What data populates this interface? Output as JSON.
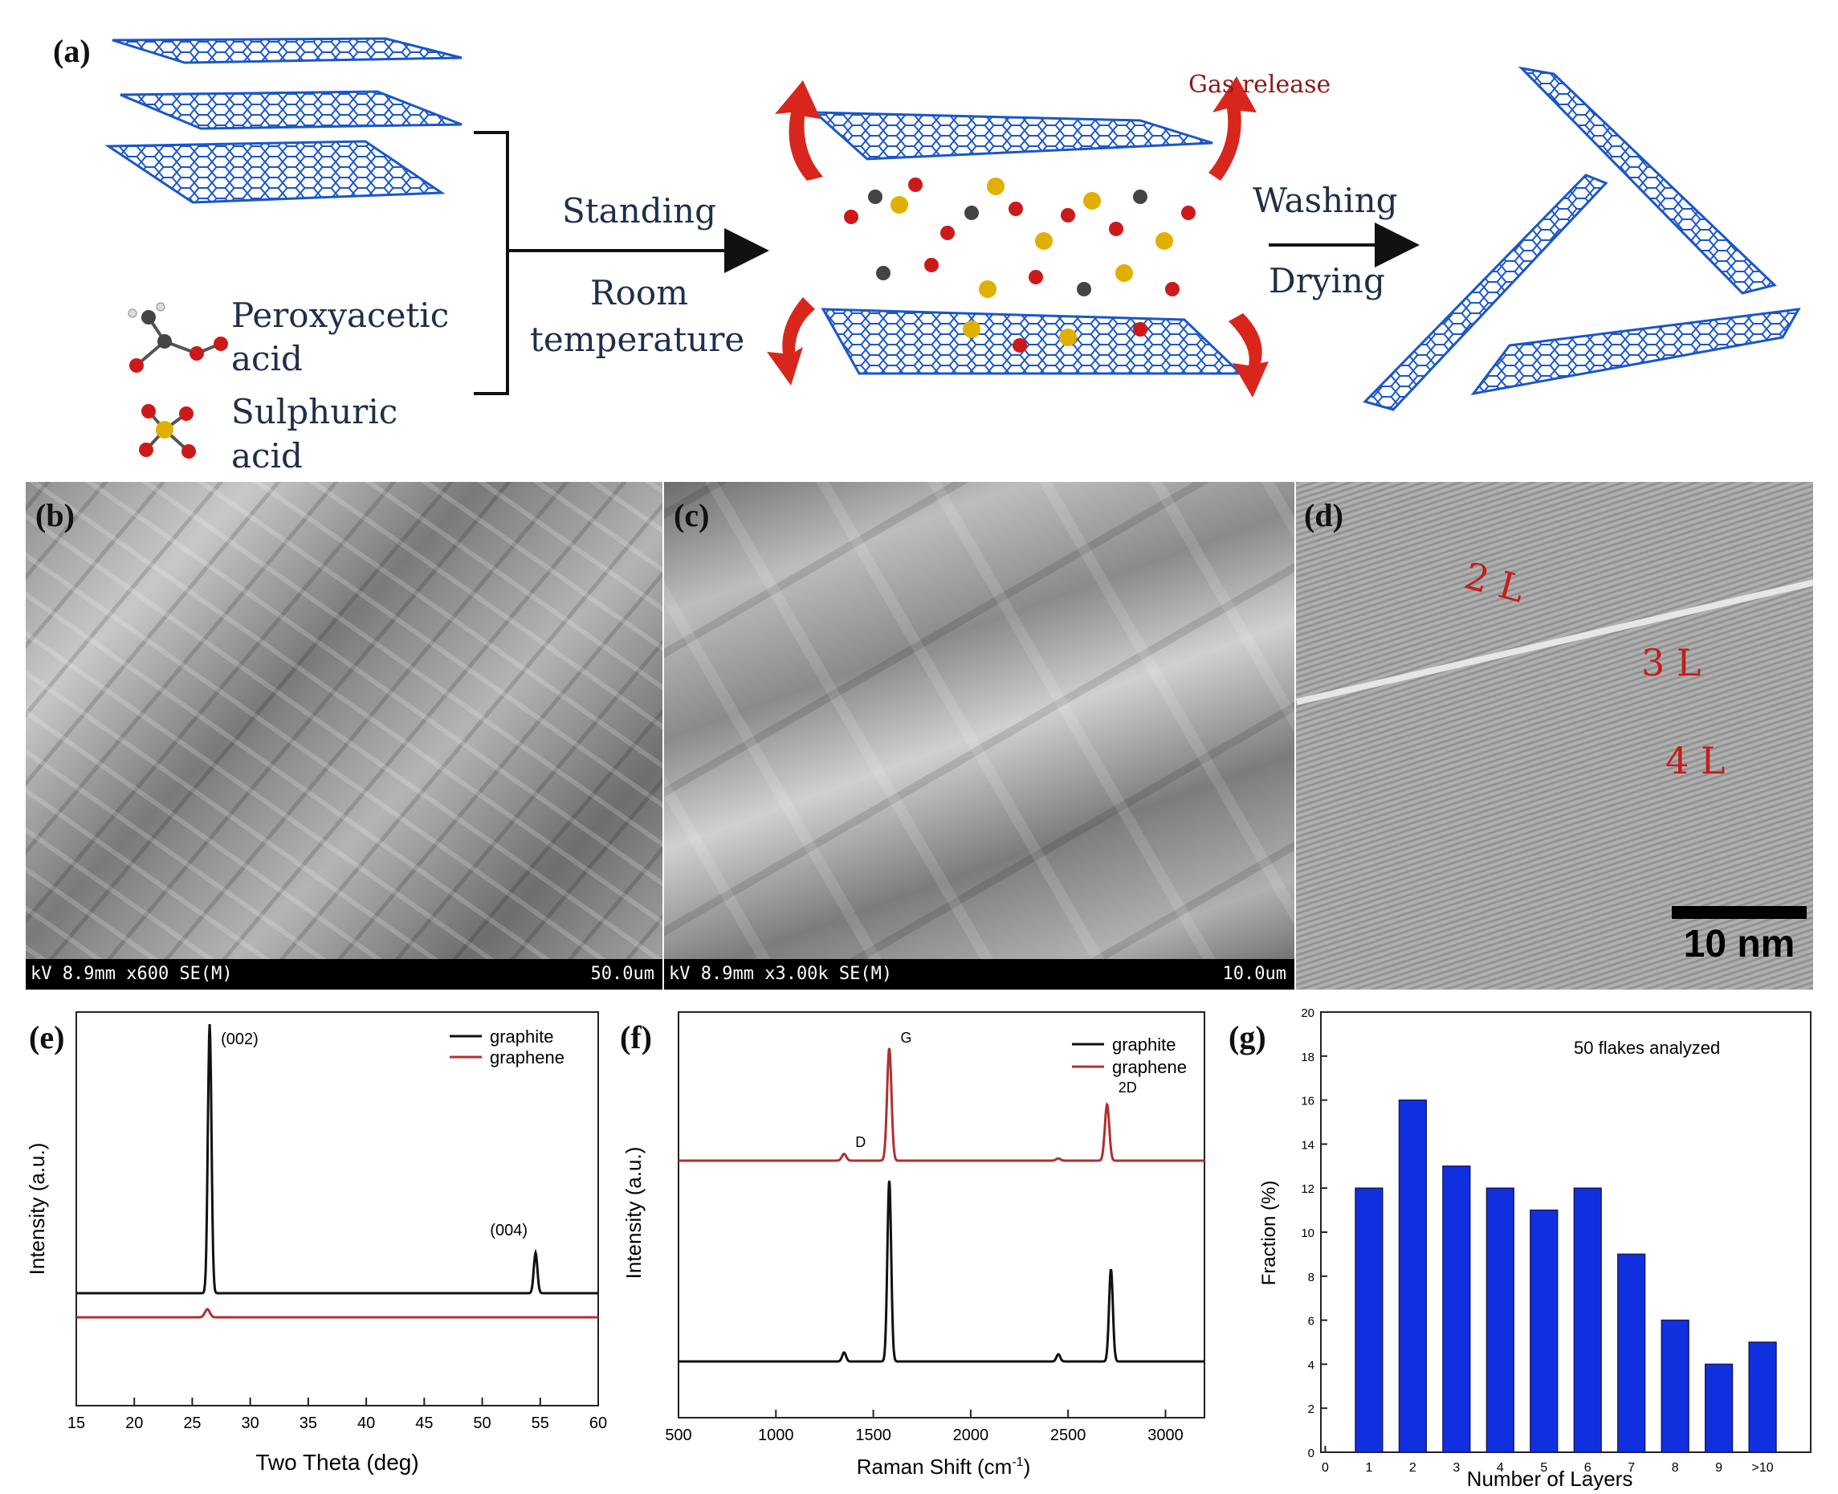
{
  "panel_labels": {
    "a": "(a)",
    "b": "(b)",
    "c": "(c)",
    "d": "(d)",
    "e": "(e)",
    "f": "(f)",
    "g": "(g)"
  },
  "scheme": {
    "legend_peroxy_1": "Peroxyacetic",
    "legend_peroxy_2": "acid",
    "legend_sulph_1": "Sulphuric",
    "legend_sulph_2": "acid",
    "step1_top": "Standing",
    "step1_bottom_1": "Room",
    "step1_bottom_2": "temperature",
    "gas": "Gas release",
    "step2_top": "Washing",
    "step2_bottom": "Drying",
    "colors": {
      "sheet": "#1b56c8",
      "arrow_red": "#d9261c",
      "gas_text": "#8b1a1a",
      "sulfur": "#e0b000",
      "oxygen": "#cc1a1a"
    }
  },
  "sem_b": {
    "bar_left": "kV 8.9mm x600 SE(M)",
    "bar_right": "50.0um"
  },
  "sem_c": {
    "bar_left": "kV 8.9mm x3.00k SE(M)",
    "bar_right": "10.0um"
  },
  "tem_d": {
    "label_2L": "2 L",
    "label_3L": "3 L",
    "label_4L": "4 L",
    "scale": "10 nm"
  },
  "chart_data": [
    {
      "panel": "e",
      "type": "line",
      "xlabel": "Two Theta (deg)",
      "ylabel": "Intensity (a.u.)",
      "xlim": [
        15,
        60
      ],
      "x_ticks": [
        "15",
        "20",
        "25",
        "30",
        "35",
        "40",
        "45",
        "50",
        "55",
        "60"
      ],
      "legend": [
        "graphite",
        "graphene"
      ],
      "legend_position": "top-right",
      "series": [
        {
          "name": "graphite",
          "color": "#111111",
          "peaks": [
            {
              "x": 26.5,
              "height": 1.0
            },
            {
              "x": 54.6,
              "height": 0.15
            }
          ]
        },
        {
          "name": "graphene",
          "color": "#b03030",
          "peaks": [
            {
              "x": 26.3,
              "height": 0.03
            }
          ]
        }
      ],
      "annotations": [
        {
          "text": "(002)",
          "x": 26.5
        },
        {
          "text": "(004)",
          "x": 54.6
        }
      ]
    },
    {
      "panel": "f",
      "type": "line",
      "xlabel": "Raman Shift (cm",
      "xlabel_sup": "-1",
      "xlabel_tail": ")",
      "ylabel": "Intensity (a.u.)",
      "xlim": [
        500,
        3200
      ],
      "x_ticks": [
        "500",
        "1000",
        "1500",
        "2000",
        "2500",
        "3000"
      ],
      "legend": [
        "graphite",
        "graphene"
      ],
      "legend_position": "top-right",
      "series": [
        {
          "name": "graphene",
          "color": "#b03030",
          "peaks": [
            {
              "x": 1350,
              "height": 0.06
            },
            {
              "x": 1582,
              "height": 1.0
            },
            {
              "x": 2450,
              "height": 0.02
            },
            {
              "x": 2700,
              "height": 0.5
            }
          ]
        },
        {
          "name": "graphite",
          "color": "#111111",
          "peaks": [
            {
              "x": 1350,
              "height": 0.05
            },
            {
              "x": 1582,
              "height": 1.0
            },
            {
              "x": 2450,
              "height": 0.04
            },
            {
              "x": 2720,
              "height": 0.51
            }
          ]
        }
      ],
      "annotations": [
        {
          "text": "D",
          "x": 1350
        },
        {
          "text": "G",
          "x": 1582
        },
        {
          "text": "2D",
          "x": 2700
        }
      ]
    },
    {
      "panel": "g",
      "type": "bar",
      "xlabel": "Number of Layers",
      "ylabel": "Fraction (%)",
      "ylim": [
        0,
        20
      ],
      "y_ticks": [
        "0",
        "2",
        "4",
        "6",
        "8",
        "10",
        "12",
        "14",
        "16",
        "18",
        "20"
      ],
      "x_ticks": [
        "0",
        "1",
        "2",
        "3",
        "4",
        "5",
        "6",
        "7",
        "8",
        "9",
        ">10"
      ],
      "categories": [
        "1",
        "2",
        "3",
        "4",
        "5",
        "6",
        "7",
        "8",
        "9",
        ">10"
      ],
      "values": [
        12,
        16,
        13,
        12,
        11,
        12,
        9,
        6,
        4,
        5
      ],
      "bar_color": "#1030e0",
      "annotation": "50 flakes analyzed"
    }
  ]
}
